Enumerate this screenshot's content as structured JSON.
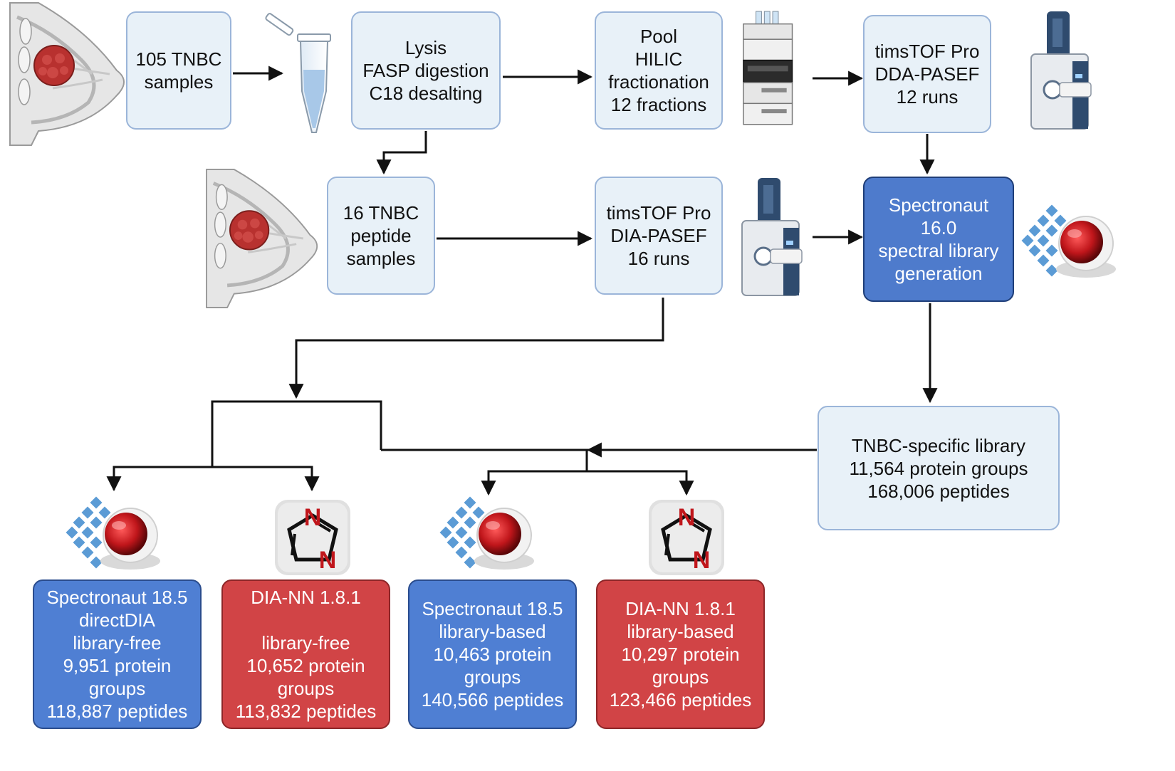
{
  "boxes": {
    "samples105": "105 TNBC\nsamples",
    "lysis": "Lysis\nFASP digestion\nC18 desalting",
    "pool": "Pool\nHILIC\nfractionation\n12 fractions",
    "dda": "timsTOF Pro\nDDA-PASEF\n12 runs",
    "samples16": "16 TNBC\npeptide\nsamples",
    "dia": "timsTOF Pro\nDIA-PASEF\n16 runs",
    "spectronaut16": "Spectronaut\n16.0\nspectral library\ngeneration",
    "library": "TNBC-specific library\n11,564 protein groups\n168,006 peptides",
    "sn_free": "Spectronaut 18.5\ndirectDIA\nlibrary-free\n9,951 protein\ngroups\n118,887 peptides",
    "diann_free": "DIA-NN 1.8.1\n\nlibrary-free\n10,652 protein\ngroups\n113,832 peptides",
    "sn_based": "Spectronaut 18.5\nlibrary-based\n10,463 protein\ngroups\n140,566 peptides",
    "diann_based": "DIA-NN 1.8.1\nlibrary-based\n10,297 protein\ngroups\n123,466 peptides"
  },
  "icons": {
    "diann_letters": [
      "N",
      "N"
    ],
    "colors": {
      "tumor": "#b8312f",
      "tube_liquid": "#a8c8e8",
      "instrument": "#2f4b6e",
      "spectronaut_diamond": "#5b9bd5",
      "helmet_red": "#c0161b"
    }
  }
}
